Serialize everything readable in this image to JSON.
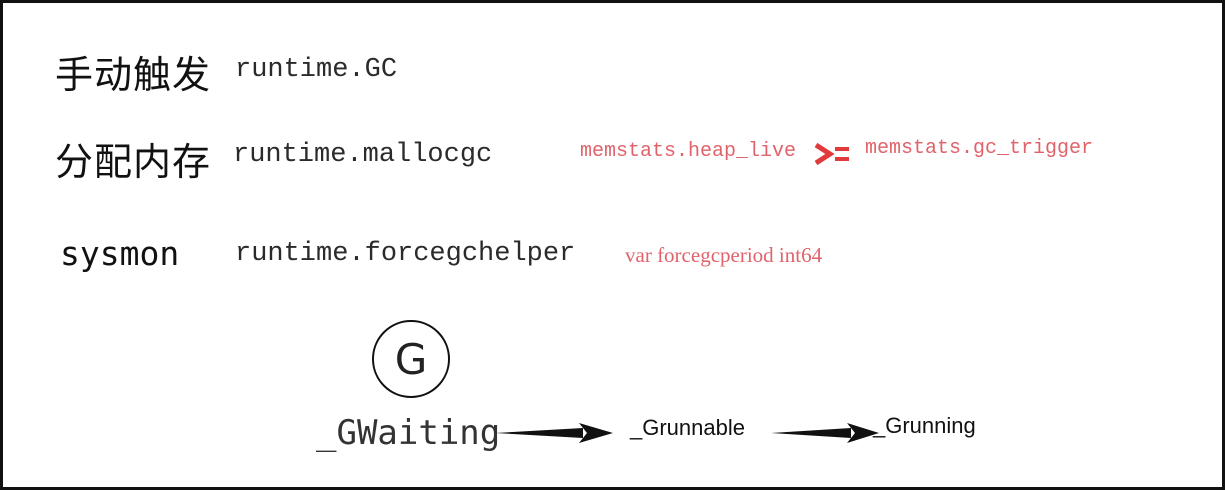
{
  "rows": [
    {
      "label": "手动触发",
      "func": "runtime.GC"
    },
    {
      "label": "分配内存",
      "func": "runtime.mallocgc",
      "condition": {
        "left": "memstats.heap_live",
        "right": "memstats.gc_trigger"
      }
    },
    {
      "label": "sysmon",
      "func": "runtime.forcegchelper",
      "note": "var forcegcperiod int64"
    }
  ],
  "goroutine": {
    "symbol": "G",
    "states": [
      "_GWaiting",
      "_Grunnable",
      "_Grunning"
    ]
  },
  "colors": {
    "highlight": "#e0636b",
    "operator": "#e03a3a",
    "text": "#222222"
  }
}
